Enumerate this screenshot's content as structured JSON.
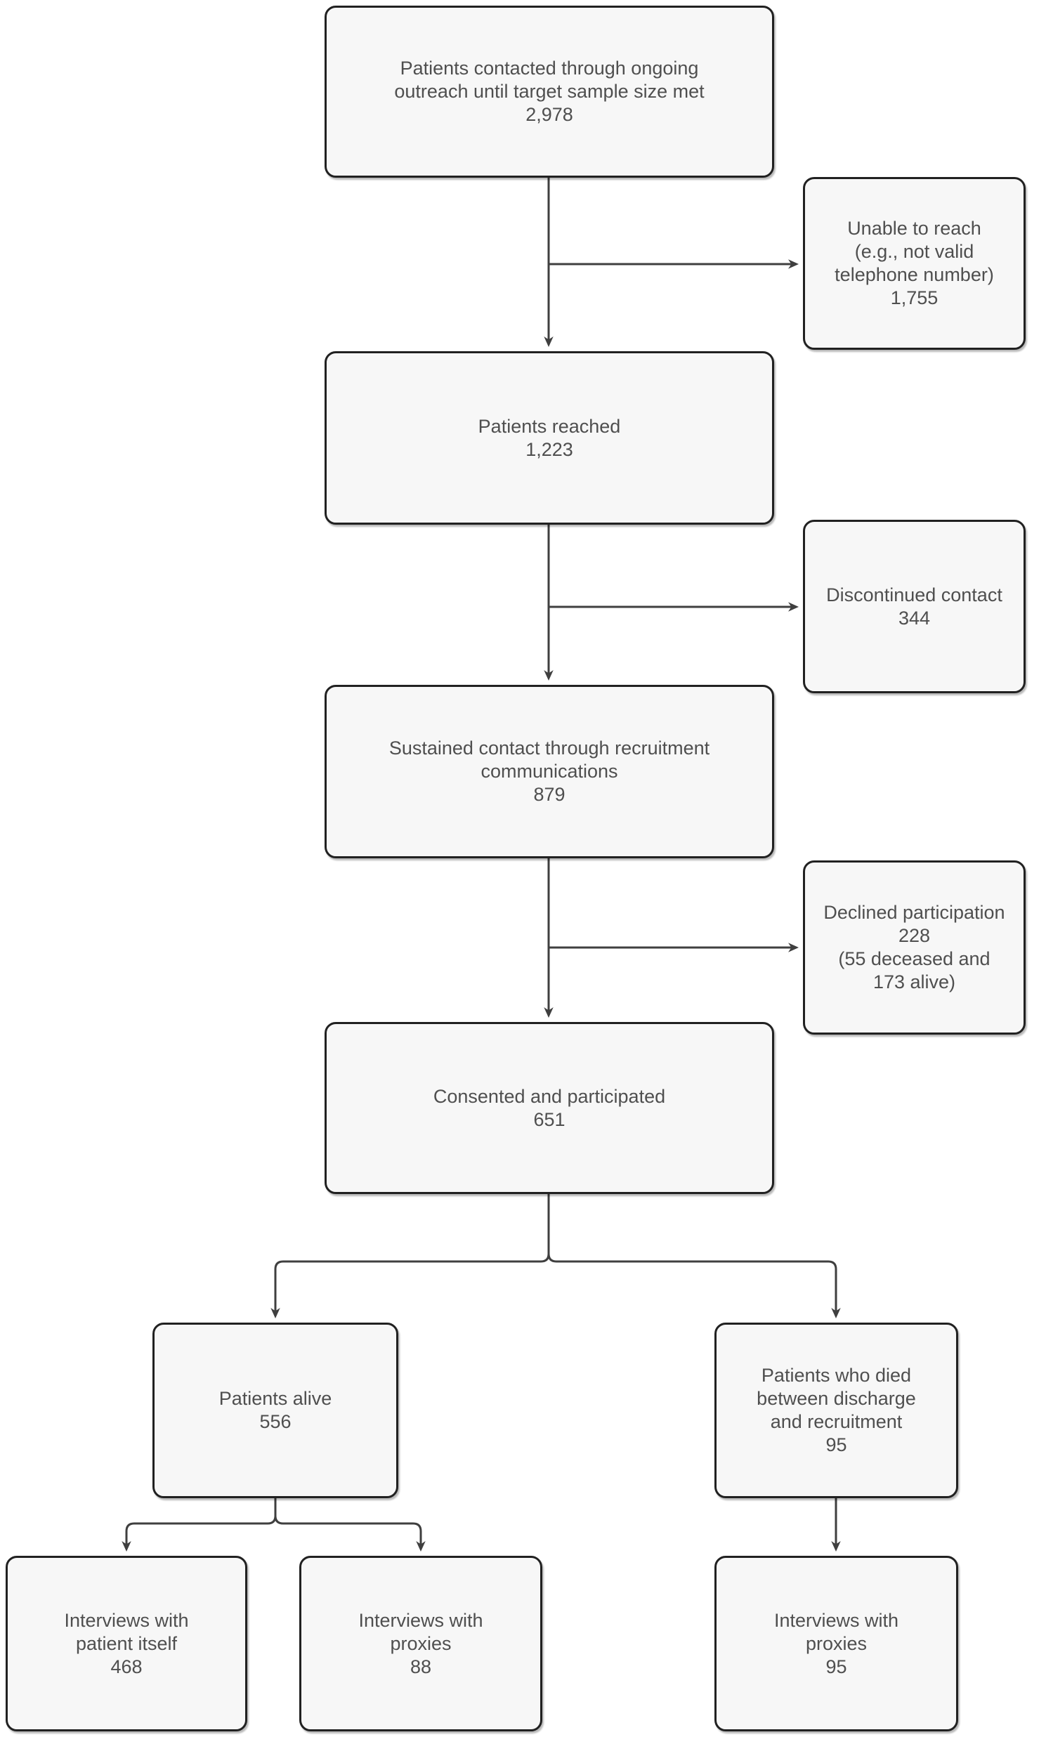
{
  "diagram": {
    "colors": {
      "box_fill": "#f7f7f7",
      "box_border": "#212121",
      "text": "#4f4f4f",
      "connector": "#3f3f3f"
    },
    "nodes": {
      "contacted": {
        "lines": [
          "Patients contacted through ongoing",
          "outreach until target sample size met"
        ],
        "value": "2,978"
      },
      "unable_to_reach": {
        "lines": [
          "Unable to reach",
          "(e.g., not valid",
          "telephone number)"
        ],
        "value": "1,755"
      },
      "reached": {
        "lines": [
          "Patients reached"
        ],
        "value": "1,223"
      },
      "discontinued": {
        "lines": [
          "Discontinued contact"
        ],
        "value": "344"
      },
      "sustained": {
        "lines": [
          "Sustained contact through recruitment",
          "communications"
        ],
        "value": "879"
      },
      "declined": {
        "lines": [
          "Declined participation"
        ],
        "value": "228",
        "extra": [
          "(55 deceased and",
          "173 alive)"
        ]
      },
      "consented": {
        "lines": [
          "Consented and participated"
        ],
        "value": "651"
      },
      "alive": {
        "lines": [
          "Patients alive"
        ],
        "value": "556"
      },
      "died": {
        "lines": [
          "Patients who died",
          "between discharge",
          "and recruitment"
        ],
        "value": "95"
      },
      "interview_patient": {
        "lines": [
          "Interviews with",
          "patient itself"
        ],
        "value": "468"
      },
      "interview_proxies_alive": {
        "lines": [
          "Interviews with",
          "proxies"
        ],
        "value": "88"
      },
      "interview_proxies_died": {
        "lines": [
          "Interviews with",
          "proxies"
        ],
        "value": "95"
      }
    }
  }
}
